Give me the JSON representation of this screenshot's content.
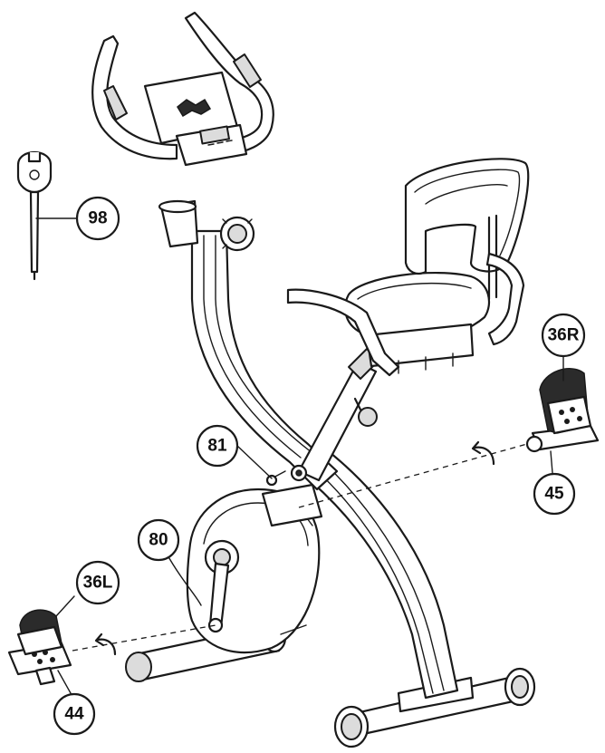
{
  "callouts": {
    "c98": "98",
    "c81": "81",
    "c80": "80",
    "c36R": "36R",
    "c45": "45",
    "c36L": "36L",
    "c44": "44"
  },
  "colors": {
    "line": "#1a1a1a",
    "background": "#ffffff"
  }
}
